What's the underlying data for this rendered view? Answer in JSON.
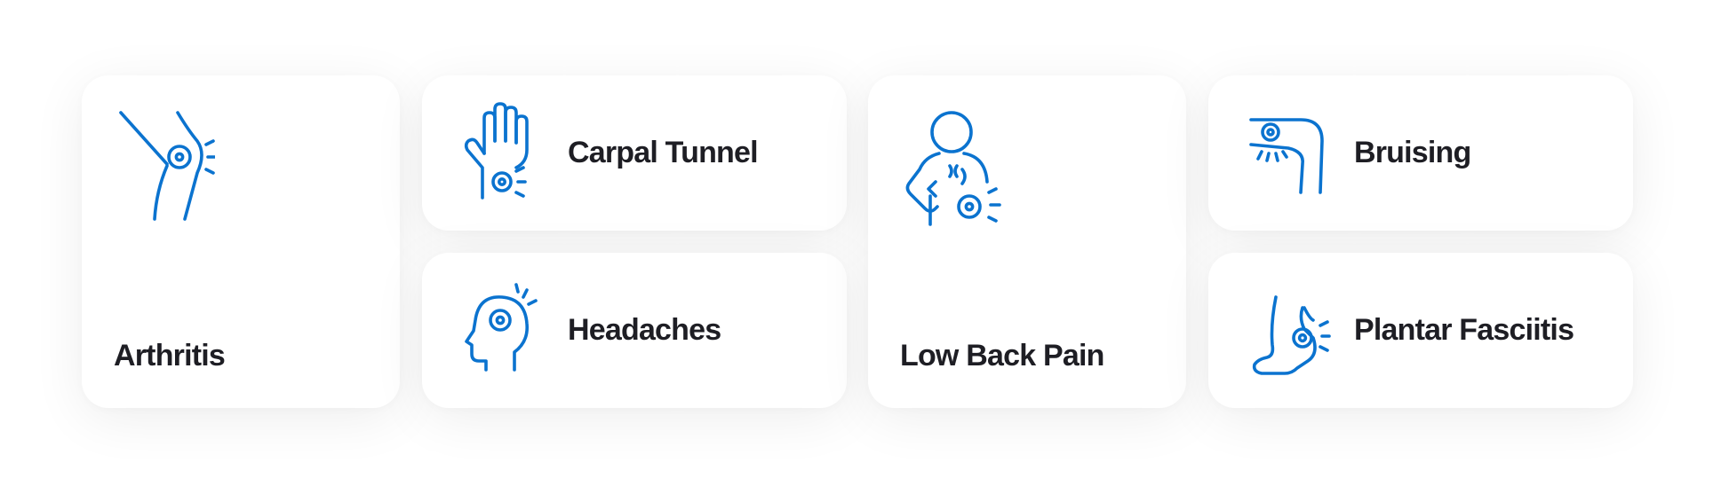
{
  "accent_color": "#0b73cf",
  "text_color": "#1e1e24",
  "cards": [
    {
      "label": "Arthritis",
      "icon": "knee-joint-pain-icon"
    },
    {
      "label": "Carpal Tunnel",
      "icon": "hand-wrist-pain-icon"
    },
    {
      "label": "Headaches",
      "icon": "head-pain-icon"
    },
    {
      "label": "Low Back Pain",
      "icon": "back-pain-icon"
    },
    {
      "label": "Bruising",
      "icon": "arm-bruise-icon"
    },
    {
      "label": "Plantar Fasciitis",
      "icon": "foot-heel-pain-icon"
    }
  ]
}
